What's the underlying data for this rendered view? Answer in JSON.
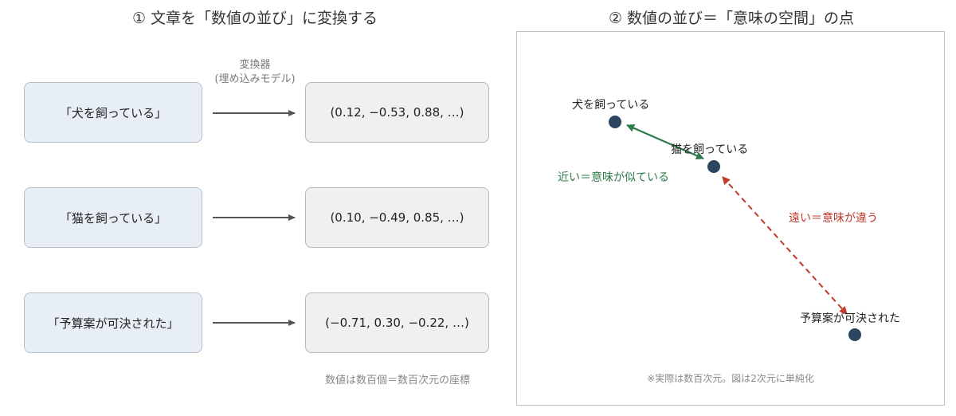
{
  "left_title": "① 文章を「数値の並び」に変換する",
  "right_title": "② 数値の並び＝「意味の空間」の点",
  "converter": {
    "line1": "変換器",
    "line2": "(埋め込みモデル)"
  },
  "rows": [
    {
      "sentence": "「犬を飼っている」",
      "vector": "(0.12, −0.53, 0.88, …)"
    },
    {
      "sentence": "「猫を飼っている」",
      "vector": "(0.10, −0.49, 0.85, …)"
    },
    {
      "sentence": "「予算案が可決された」",
      "vector": "(−0.71, 0.30, −0.22, …)"
    }
  ],
  "left_note": "数値は数百個＝数百次元の座標",
  "space": {
    "points": [
      {
        "label": "犬を飼っている"
      },
      {
        "label": "猫を飼っている"
      },
      {
        "label": "予算案が可決された"
      }
    ],
    "near_label": "近い＝意味が似ている",
    "far_label": "遠い＝意味が違う",
    "note": "※実際は数百次元。図は2次元に単純化"
  },
  "colors": {
    "point": "#2c4560",
    "near": "#2f7a4a",
    "far": "#c0392b",
    "arrow": "#555555"
  }
}
